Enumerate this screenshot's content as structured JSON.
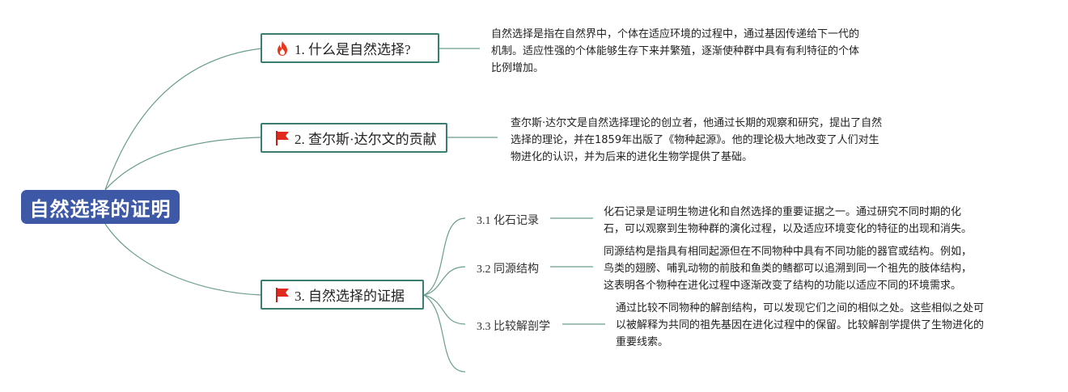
{
  "root": {
    "title": "自然选择的证明"
  },
  "topics": [
    {
      "label": "1. 什么是自然选择?",
      "icon": "fire-icon",
      "description": "自然选择是指在自然界中，个体在适应环境的过程中，通过基因传递给下一代的\n机制。适应性强的个体能够生存下来并繁殖，逐渐使种群中具有有利特征的个体\n比例增加。"
    },
    {
      "label": "2. 查尔斯·达尔文的贡献",
      "icon": "red-flag-icon",
      "description": "查尔斯·达尔文是自然选择理论的创立者，他通过长期的观察和研究，提出了自然\n选择的理论，并在1859年出版了《物种起源》。他的理论极大地改变了人们对生\n物进化的认识，并为后来的进化生物学提供了基础。"
    },
    {
      "label": "3. 自然选择的证据",
      "icon": "red-flag-icon",
      "subtopics": [
        {
          "label": "3.1 化石记录",
          "description": "化石记录是证明生物进化和自然选择的重要证据之一。通过研究不同时期的化\n石，可以观察到生物种群的演化过程，以及适应环境变化的特征的出现和消失。"
        },
        {
          "label": "3.2 同源结构",
          "description": "同源结构是指具有相同起源但在不同物种中具有不同功能的器官或结构。例如，\n鸟类的翅膀、哺乳动物的前肢和鱼类的鳍都可以追溯到同一个祖先的肢体结构，\n这表明各个物种在进化过程中逐渐改变了结构的功能以适应不同的环境需求。"
        },
        {
          "label": "3.3 比较解剖学",
          "description": "通过比较不同物种的解剖结构，可以发现它们之间的相似之处。这些相似之处可\n以被解释为共同的祖先基因在进化过程中的保留。比较解剖学提供了生物进化的\n重要线索。"
        }
      ]
    }
  ],
  "colors": {
    "root_fill": "#3d58a6",
    "topic_border": "#3a7e72",
    "connector": "#6a9e8c",
    "flag": "#e02a20",
    "flame": "#e8391e"
  }
}
